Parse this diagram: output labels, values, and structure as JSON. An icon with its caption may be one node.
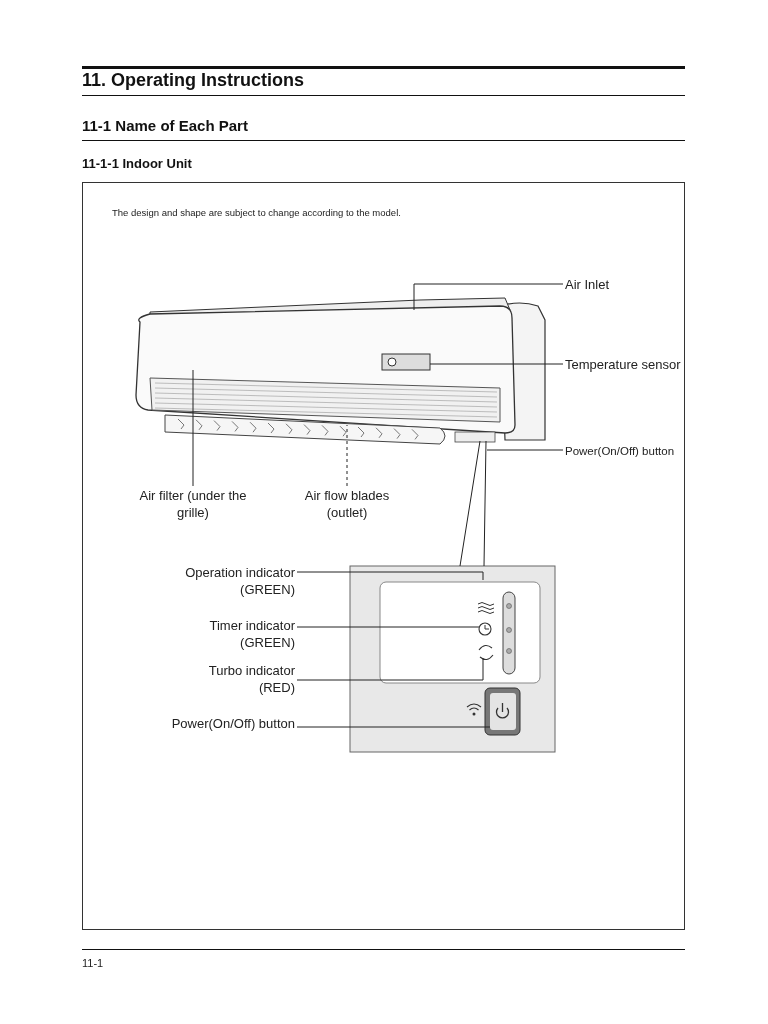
{
  "diagram": {
    "title": "11. Operating Instructions",
    "nodes": [
      {
        "text": [
          "Air Inlet"
        ]
      },
      {
        "text": [
          "Temperature sensor"
        ]
      },
      {
        "text": [
          "Power(On/Off) button"
        ]
      },
      {
        "text": [
          "Air filter (under the grille)"
        ]
      },
      {
        "text": [
          "Air flow blades (outlet)"
        ]
      },
      {
        "text": [
          "Operation indicator (GREEN)"
        ]
      },
      {
        "text": [
          "Timer indicator (GREEN)"
        ]
      },
      {
        "text": [
          "Turbo indicator (RED)"
        ]
      },
      {
        "text": [
          "Power(On/Off) button"
        ]
      },
      {
        "text": [],
        "shape": "picture"
      },
      {
        "text": [],
        "shape": "picture"
      }
    ],
    "edges": [
      {
        "from": 0,
        "to": 9,
        "arrow": "none"
      },
      {
        "from": 1,
        "to": 9,
        "arrow": "none"
      },
      {
        "from": 2,
        "to": 9,
        "arrow": "none"
      },
      {
        "from": 3,
        "to": 9,
        "arrow": "none"
      },
      {
        "from": 4,
        "to": 9,
        "arrow": "none",
        "style": "dashed"
      },
      {
        "from": 5,
        "to": 10,
        "arrow": "none"
      },
      {
        "from": 6,
        "to": 10,
        "arrow": "none"
      },
      {
        "from": 7,
        "to": 10,
        "arrow": "none"
      },
      {
        "from": 8,
        "to": 10,
        "arrow": "none"
      },
      {
        "from": 9,
        "to": 10,
        "arrow": "none"
      }
    ],
    "labels": [
      "11-1 Name of Each Part",
      "11-1-1 Indoor Unit",
      "The design and shape are subject to change according to the model.",
      "11-1"
    ]
  }
}
